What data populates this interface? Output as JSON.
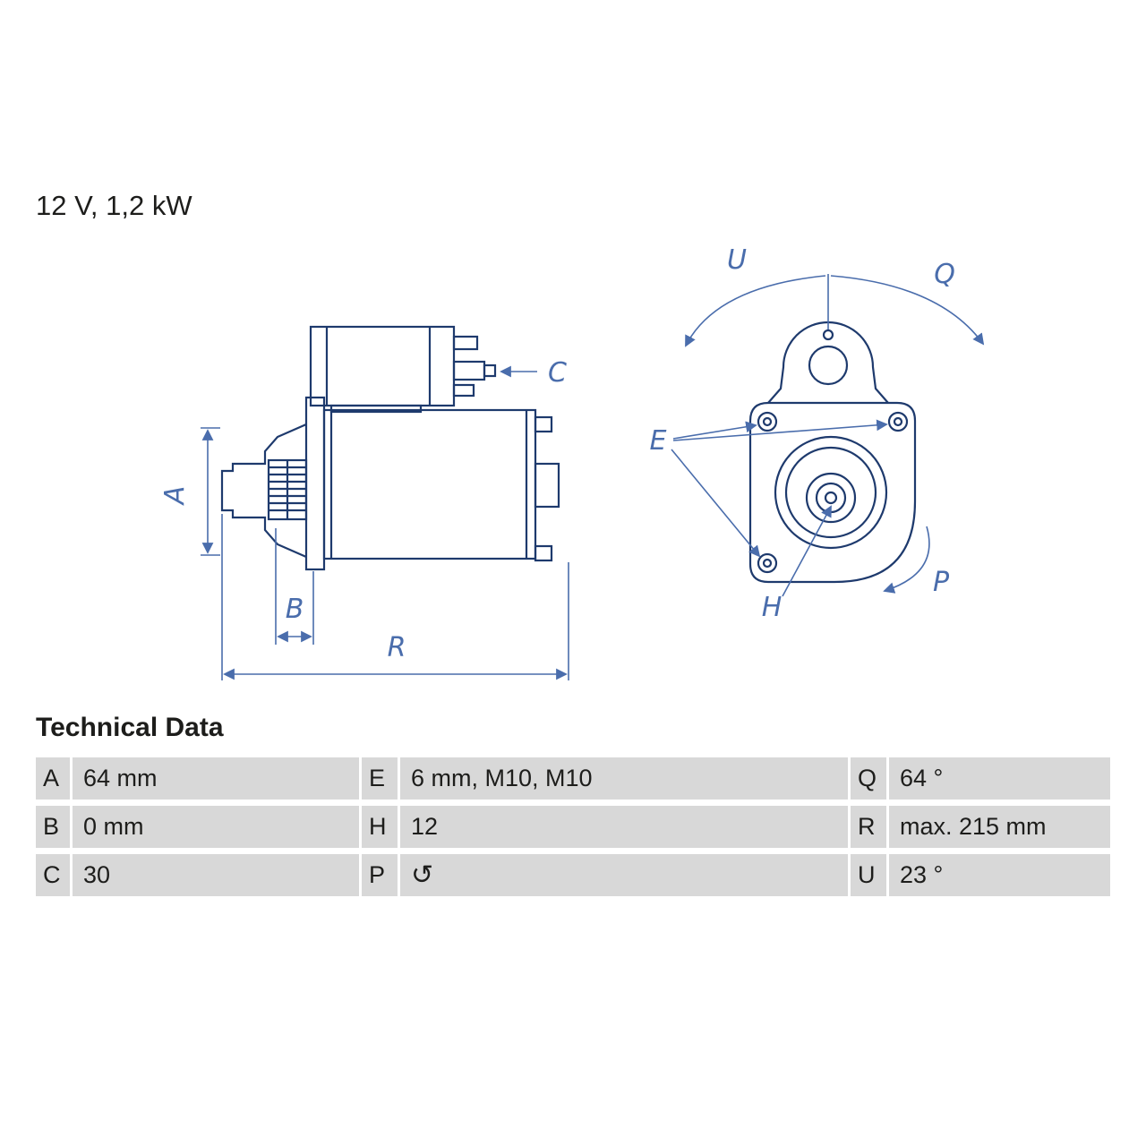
{
  "title": "12 V, 1,2 kW",
  "drawing": {
    "name": "starter motor technical drawing, side view and front view",
    "dimension_labels": {
      "A": "A",
      "B": "B",
      "C": "C",
      "R": "R",
      "E": "E",
      "H": "H",
      "P": "P",
      "Q": "Q",
      "U": "U"
    }
  },
  "technical_data": {
    "heading": "Technical Data",
    "rows": [
      {
        "cells": [
          {
            "key": "A",
            "value": "64 mm"
          },
          {
            "key": "E",
            "value": "6 mm, M10, M10"
          },
          {
            "key": "Q",
            "value": "64 °"
          }
        ]
      },
      {
        "cells": [
          {
            "key": "B",
            "value": "0 mm"
          },
          {
            "key": "H",
            "value": "12"
          },
          {
            "key": "R",
            "value": "max. 215 mm"
          }
        ]
      },
      {
        "cells": [
          {
            "key": "C",
            "value": "30"
          },
          {
            "key": "P",
            "value": "↺",
            "icon": "rotation-ccw-icon"
          },
          {
            "key": "U",
            "value": "23 °"
          }
        ]
      }
    ]
  },
  "colors": {
    "drawing_line": "#1e3a6d",
    "dimension_blue": "#4a6dac",
    "row_gray": "#d8d8d8",
    "text_dark": "#1d1d1b"
  }
}
